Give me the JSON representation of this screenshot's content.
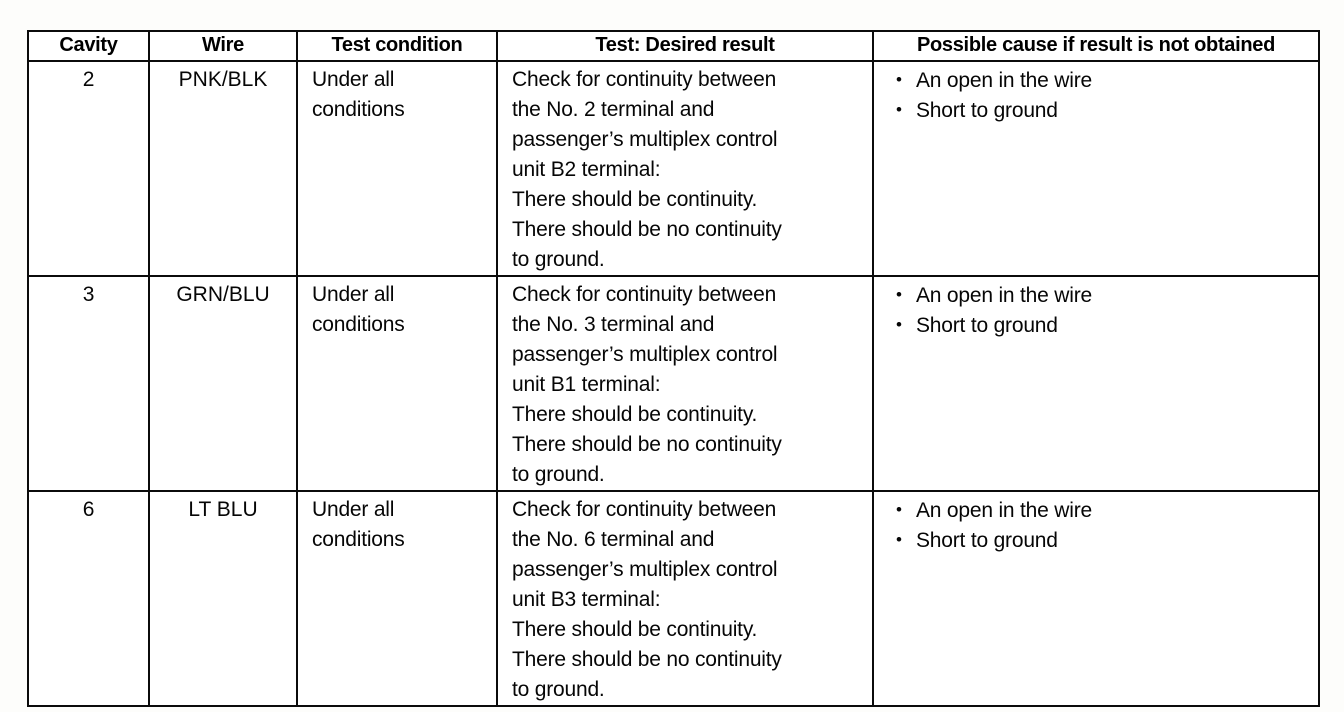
{
  "document": {
    "type": "service-manual-diagnostic-table",
    "background_color": "#fdfdfb",
    "ink_color": "#000000"
  },
  "table": {
    "headers": [
      "Cavity",
      "Wire",
      "Test condition",
      "Test: Desired result",
      "Possible cause if result is not obtained"
    ],
    "rows": [
      {
        "cavity": "2",
        "wire": "PNK/BLK",
        "test_condition_line1": "Under all",
        "test_condition_line2": "conditions",
        "desired_result_lines": [
          "Check for continuity between",
          "the No. 2 terminal and",
          "passenger’s multiplex control",
          "unit B2 terminal:",
          "There should be continuity.",
          "There should be no continuity",
          "to ground."
        ],
        "possible_causes": [
          "An open in the wire",
          "Short to ground"
        ]
      },
      {
        "cavity": "3",
        "wire": "GRN/BLU",
        "test_condition_line1": "Under all",
        "test_condition_line2": "conditions",
        "desired_result_lines": [
          "Check for continuity between",
          "the No. 3 terminal and",
          "passenger’s multiplex control",
          "unit B1 terminal:",
          "There should be continuity.",
          "There should be no continuity",
          "to ground."
        ],
        "possible_causes": [
          "An open in the wire",
          "Short to ground"
        ]
      },
      {
        "cavity": "6",
        "wire": "LT BLU",
        "test_condition_line1": "Under all",
        "test_condition_line2": "conditions",
        "desired_result_lines": [
          "Check for continuity between",
          "the No. 6 terminal and",
          "passenger’s multiplex control",
          "unit B3 terminal:",
          "There should be continuity.",
          "There should be no continuity",
          "to ground."
        ],
        "possible_causes": [
          "An open in the wire",
          "Short to ground"
        ]
      }
    ]
  }
}
